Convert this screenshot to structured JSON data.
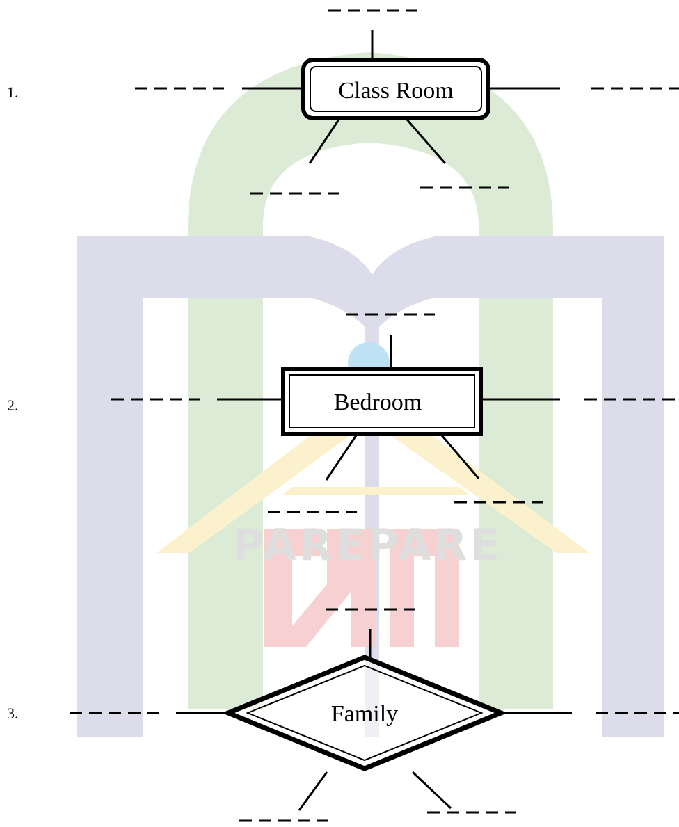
{
  "watermark": {
    "text": "PAREPARE",
    "colors": {
      "arch": "#dcebd6",
      "book": "#dcdcea",
      "roof": "#fbf1cc",
      "mark": "#f7d1d1",
      "dot": "#bfe1f4",
      "text": "#dedede"
    }
  },
  "items": [
    {
      "number": "1.",
      "label": "Class Room",
      "shape": "rounded-box"
    },
    {
      "number": "2.",
      "label": "Bedroom",
      "shape": "box"
    },
    {
      "number": "3.",
      "label": "Family",
      "shape": "diamond"
    }
  ]
}
